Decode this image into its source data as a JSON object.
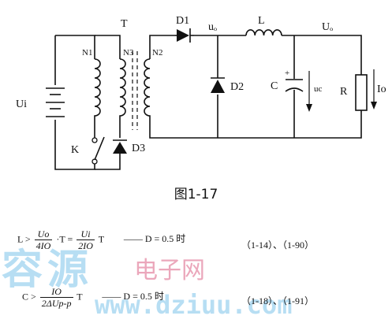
{
  "figure": {
    "caption": "图1-17",
    "labels": {
      "ui": "Ui",
      "t": "T",
      "n1": "N1",
      "n3": "N3",
      "n2": "N2",
      "k": "K",
      "d3": "D3",
      "d1": "D1",
      "uo": "uₒ",
      "l": "L",
      "uo_out": "Uₒ",
      "d2": "D2",
      "c": "C",
      "plus": "+",
      "uc": "uc",
      "r": "R",
      "io": "Io"
    }
  },
  "watermark": {
    "text1": "容源",
    "text2": "电子网",
    "text3": "www.dziuu.com"
  },
  "formula1": {
    "lhs": "L >",
    "frac1_num": "Uo",
    "frac1_den": "4IO",
    "mid1": "·T  =",
    "frac2_num": "Ui",
    "frac2_den": "2IO",
    "mid2": "T",
    "cond": "—— D = 0.5 时",
    "eq": "（1-14）、（1-90）"
  },
  "formula2": {
    "lhs": "C >",
    "frac1_num": "IO",
    "frac1_den": "2ΔUp-p",
    "mid1": "T",
    "cond": "—— D = 0.5 时",
    "eq": "（1-18）、（1-91）"
  }
}
